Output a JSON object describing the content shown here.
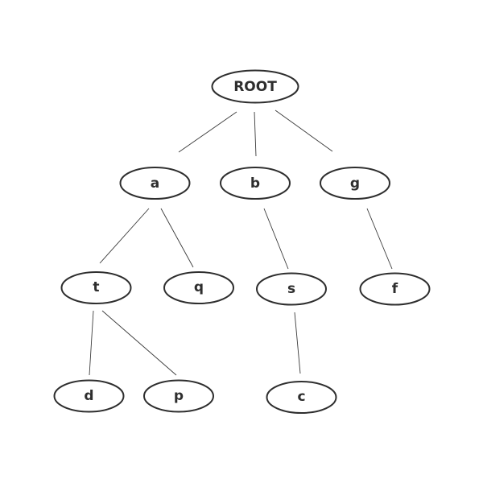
{
  "diagram": {
    "type": "tree",
    "root": {
      "label": "ROOT",
      "children": [
        {
          "label": "a",
          "children": [
            {
              "label": "t",
              "children": [
                {
                  "label": "d"
                },
                {
                  "label": "p"
                }
              ]
            },
            {
              "label": "q"
            }
          ]
        },
        {
          "label": "b",
          "children": [
            {
              "label": "s",
              "children": [
                {
                  "label": "c"
                }
              ]
            }
          ]
        },
        {
          "label": "g",
          "children": [
            {
              "label": "f"
            }
          ]
        }
      ]
    }
  }
}
